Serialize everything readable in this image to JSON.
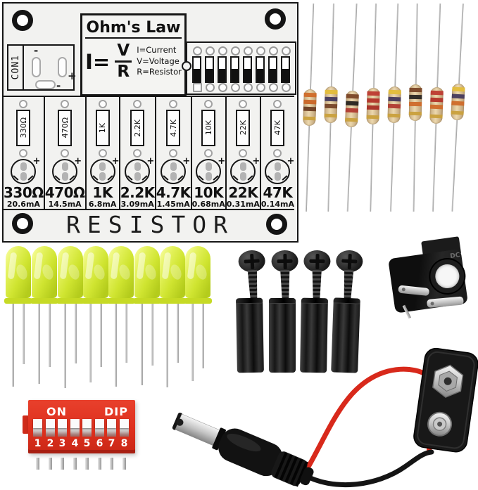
{
  "pcb": {
    "board_title": "RESISTOR",
    "con1": {
      "label": "CON1",
      "minus_top": "-",
      "plus": "+",
      "minus_bottom": "-"
    },
    "ohms_law": {
      "title": "Ohm's Law",
      "i_equals": "I=",
      "numerator": "V",
      "denominator": "R",
      "legend": [
        "I=Current",
        "V=Voltage",
        "R=Resistor"
      ]
    },
    "columns": [
      {
        "res_label": "330Ω",
        "plus": "+",
        "value": "330Ω",
        "current": "20.6mA"
      },
      {
        "res_label": "470Ω",
        "plus": "+",
        "value": "470Ω",
        "current": "14.5mA"
      },
      {
        "res_label": "1K",
        "plus": "+",
        "value": "1K",
        "current": "6.8mA"
      },
      {
        "res_label": "2.2K",
        "plus": "+",
        "value": "2.2K",
        "current": "3.09mA"
      },
      {
        "res_label": "4.7K",
        "plus": "+",
        "value": "4.7K",
        "current": "1.45mA"
      },
      {
        "res_label": "10K",
        "plus": "+",
        "value": "10K",
        "current": "0.68mA"
      },
      {
        "res_label": "22K",
        "plus": "+",
        "value": "22K",
        "current": "0.31mA"
      },
      {
        "res_label": "47K",
        "plus": "+",
        "value": "47K",
        "current": "0.14mA"
      }
    ]
  },
  "resistor_photos": {
    "count": 8,
    "body_color": "#dcc69e",
    "lead_color": "#b8b8b8",
    "items": [
      {
        "bands": [
          "#d06a28",
          "#c96526",
          "#6b3d22",
          "#c9a03c"
        ]
      },
      {
        "bands": [
          "#e3bd3a",
          "#433a5e",
          "#764428",
          "#c9a03c"
        ]
      },
      {
        "bands": [
          "#7a4526",
          "#26221e",
          "#b03a30",
          "#c9a03c"
        ]
      },
      {
        "bands": [
          "#bd3a30",
          "#b23228",
          "#a82e26",
          "#c9a03c"
        ]
      },
      {
        "bands": [
          "#e3bd3a",
          "#44395c",
          "#b03a30",
          "#c9a03c"
        ]
      },
      {
        "bands": [
          "#7a4526",
          "#2a2622",
          "#cf6a2a",
          "#c9a03c"
        ]
      },
      {
        "bands": [
          "#bd3a30",
          "#b23228",
          "#cf6a2a",
          "#c9a03c"
        ]
      },
      {
        "bands": [
          "#e3bd3a",
          "#44395c",
          "#cf6a2a",
          "#c9a03c"
        ]
      }
    ]
  },
  "leds": {
    "count": 8,
    "body_color": "#cfe42f"
  },
  "hardware": {
    "screws": 4,
    "standoffs": 4,
    "color": "#1c1c1c"
  },
  "dc_jack": {
    "marking": "DC"
  },
  "dip_switch": {
    "on_label": "ON",
    "dip_label": "DIP",
    "numbers": [
      "1",
      "2",
      "3",
      "4",
      "5",
      "6",
      "7",
      "8"
    ],
    "body_color": "#dd2f1d"
  },
  "battery_clip": {
    "wire_red": "#d8291b",
    "wire_black": "#141414"
  }
}
